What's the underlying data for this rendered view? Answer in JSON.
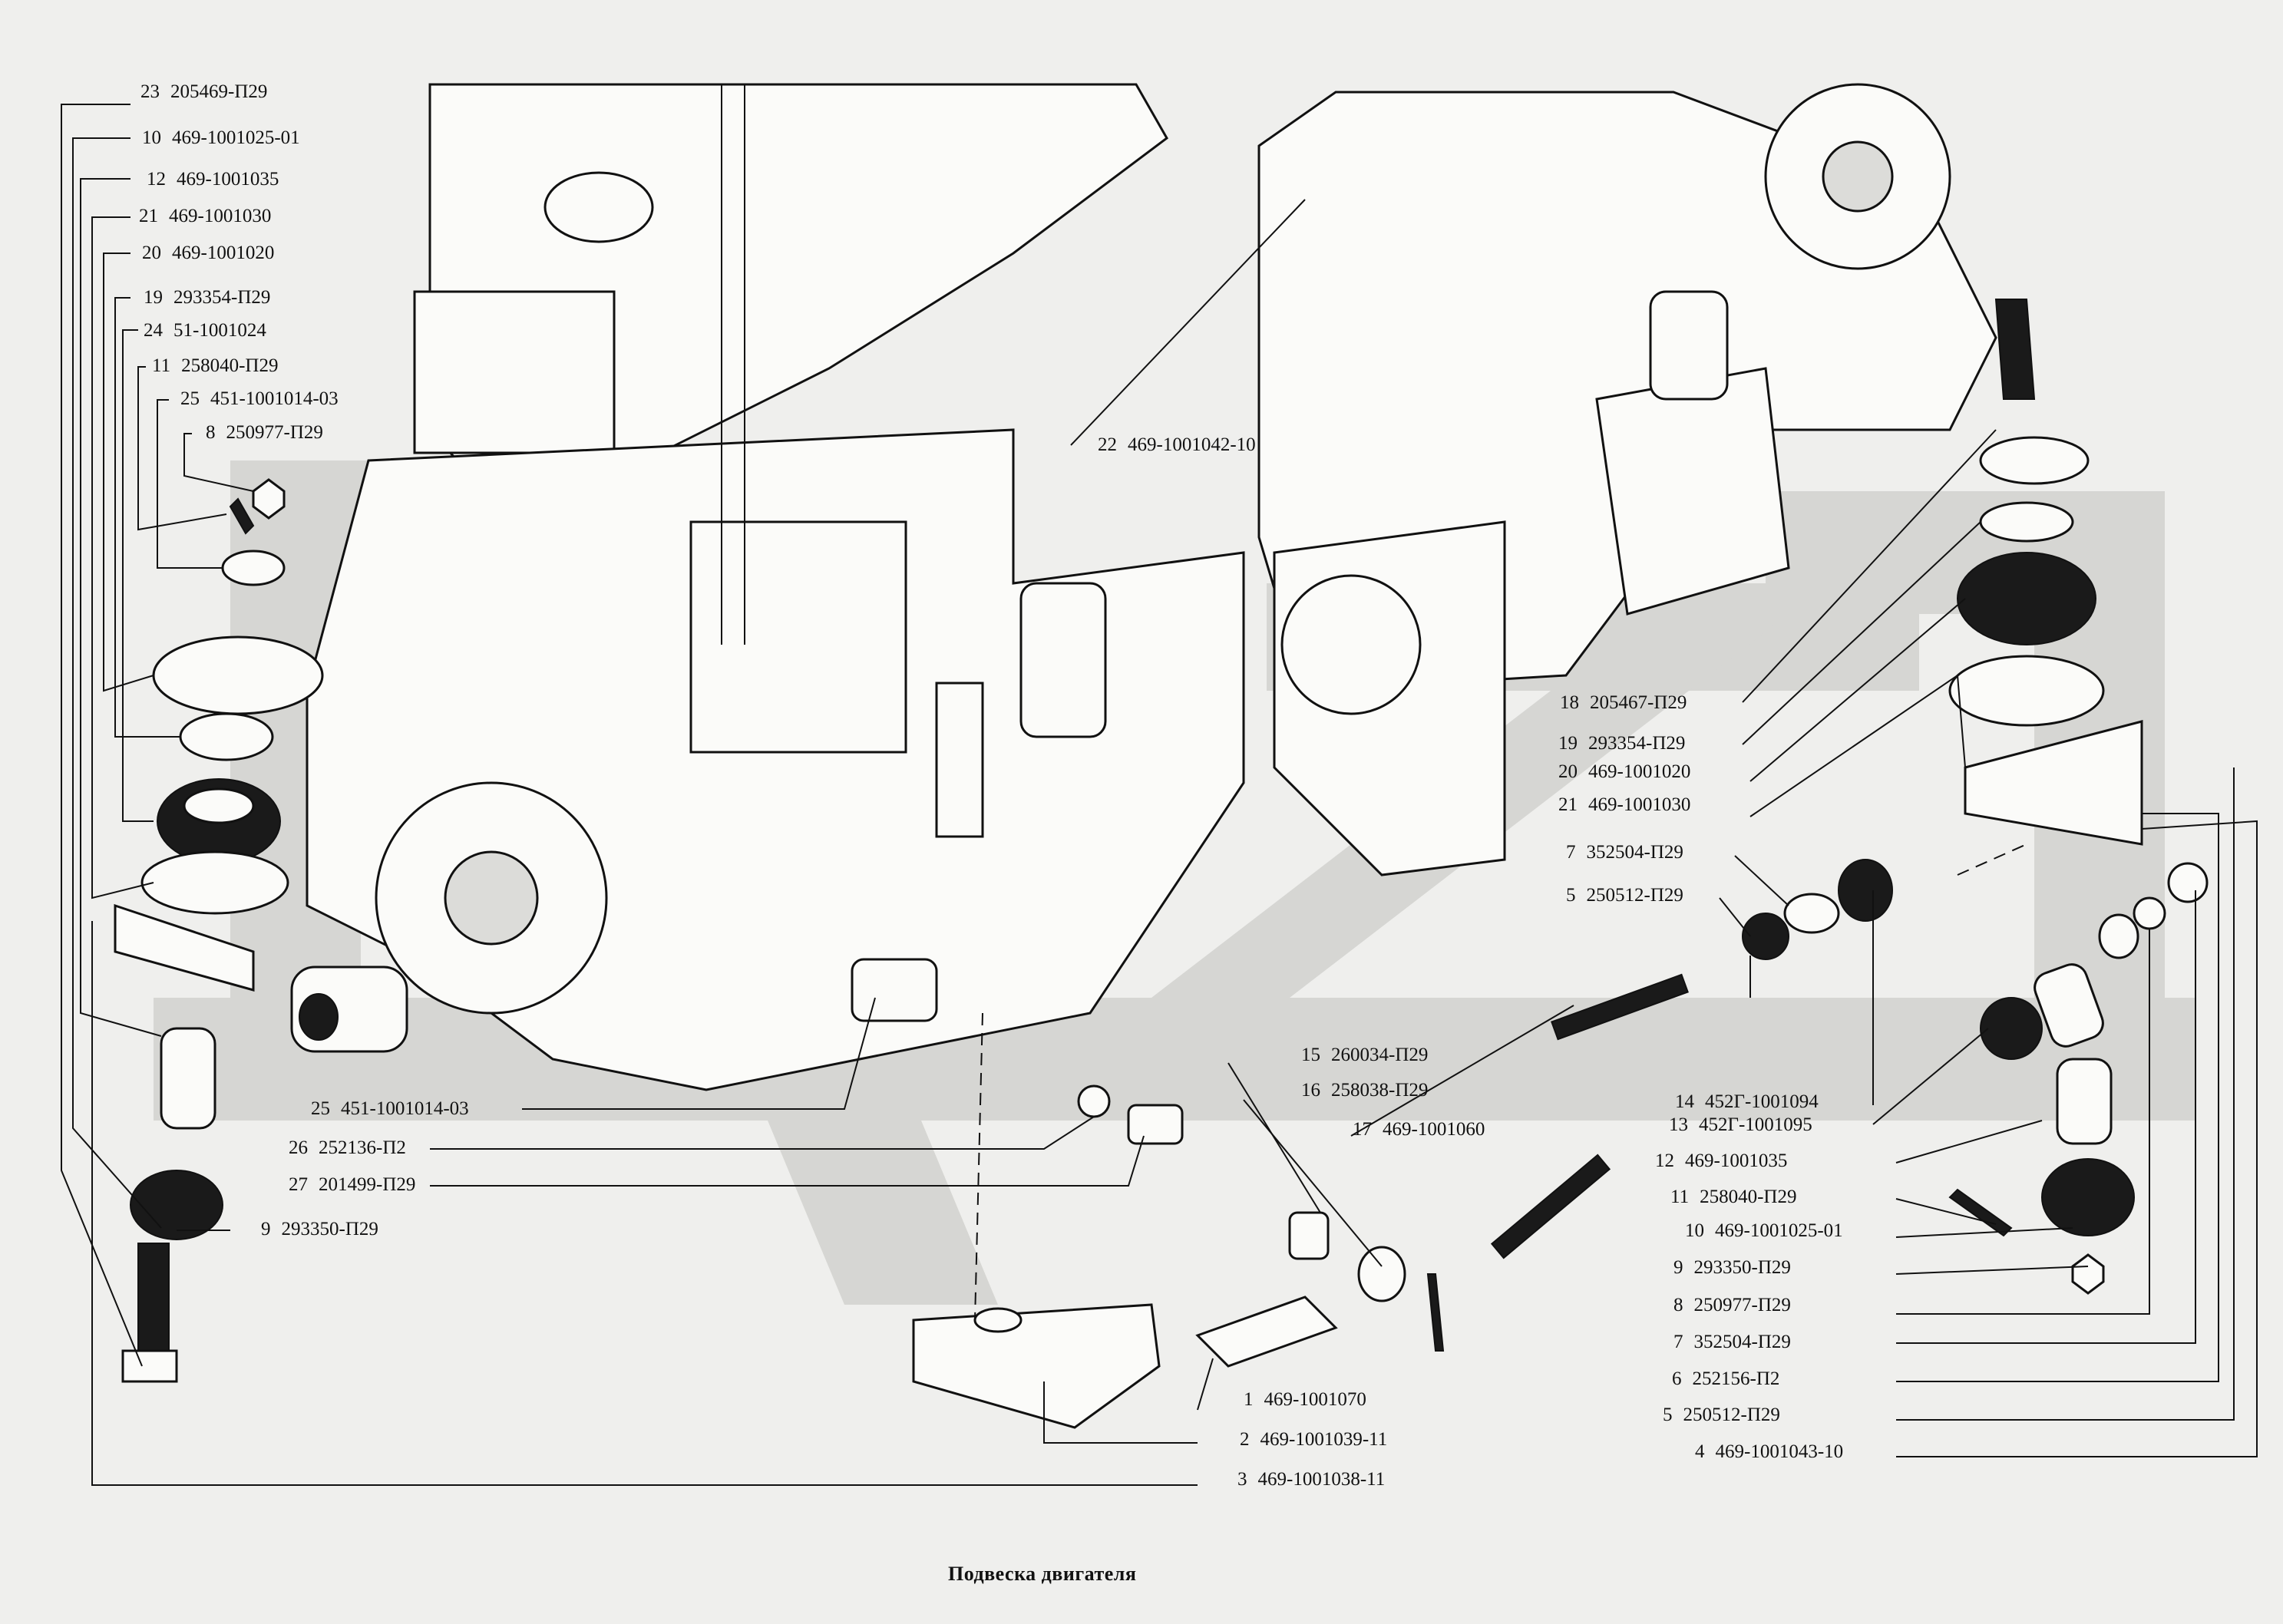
{
  "caption": "Подвеска  двигателя",
  "callouts": [
    {
      "no": "23",
      "code": "205469-П29"
    },
    {
      "no": "10",
      "code": "469-1001025-01"
    },
    {
      "no": "12",
      "code": "469-1001035"
    },
    {
      "no": "21",
      "code": "469-1001030"
    },
    {
      "no": "20",
      "code": "469-1001020"
    },
    {
      "no": "19",
      "code": "293354-П29"
    },
    {
      "no": "24",
      "code": "51-1001024"
    },
    {
      "no": "11",
      "code": "258040-П29"
    },
    {
      "no": "25",
      "code": "451-1001014-03"
    },
    {
      "no": "8",
      "code": "250977-П29"
    },
    {
      "no": "22",
      "code": "469-1001042-10"
    },
    {
      "no": "18",
      "code": "205467-П29"
    },
    {
      "no": "19",
      "code": "293354-П29"
    },
    {
      "no": "20",
      "code": "469-1001020"
    },
    {
      "no": "21",
      "code": "469-1001030"
    },
    {
      "no": "7",
      "code": "352504-П29"
    },
    {
      "no": "5",
      "code": "250512-П29"
    },
    {
      "no": "15",
      "code": "260034-П29"
    },
    {
      "no": "16",
      "code": "258038-П29"
    },
    {
      "no": "17",
      "code": "469-1001060"
    },
    {
      "no": "14",
      "code": "452Г-1001094"
    },
    {
      "no": "13",
      "code": "452Г-1001095"
    },
    {
      "no": "12",
      "code": "469-1001035"
    },
    {
      "no": "11",
      "code": "258040-П29"
    },
    {
      "no": "10",
      "code": "469-1001025-01"
    },
    {
      "no": "9",
      "code": "293350-П29"
    },
    {
      "no": "8",
      "code": "250977-П29"
    },
    {
      "no": "7",
      "code": "352504-П29"
    },
    {
      "no": "6",
      "code": "252156-П2"
    },
    {
      "no": "5",
      "code": "250512-П29"
    },
    {
      "no": "4",
      "code": "469-1001043-10"
    },
    {
      "no": "25",
      "code": "451-1001014-03"
    },
    {
      "no": "26",
      "code": "252136-П2"
    },
    {
      "no": "27",
      "code": "201499-П29"
    },
    {
      "no": "9",
      "code": "293350-П29"
    },
    {
      "no": "1",
      "code": "469-1001070"
    },
    {
      "no": "2",
      "code": "469-1001039-11"
    },
    {
      "no": "3",
      "code": "469-1001038-11"
    }
  ]
}
